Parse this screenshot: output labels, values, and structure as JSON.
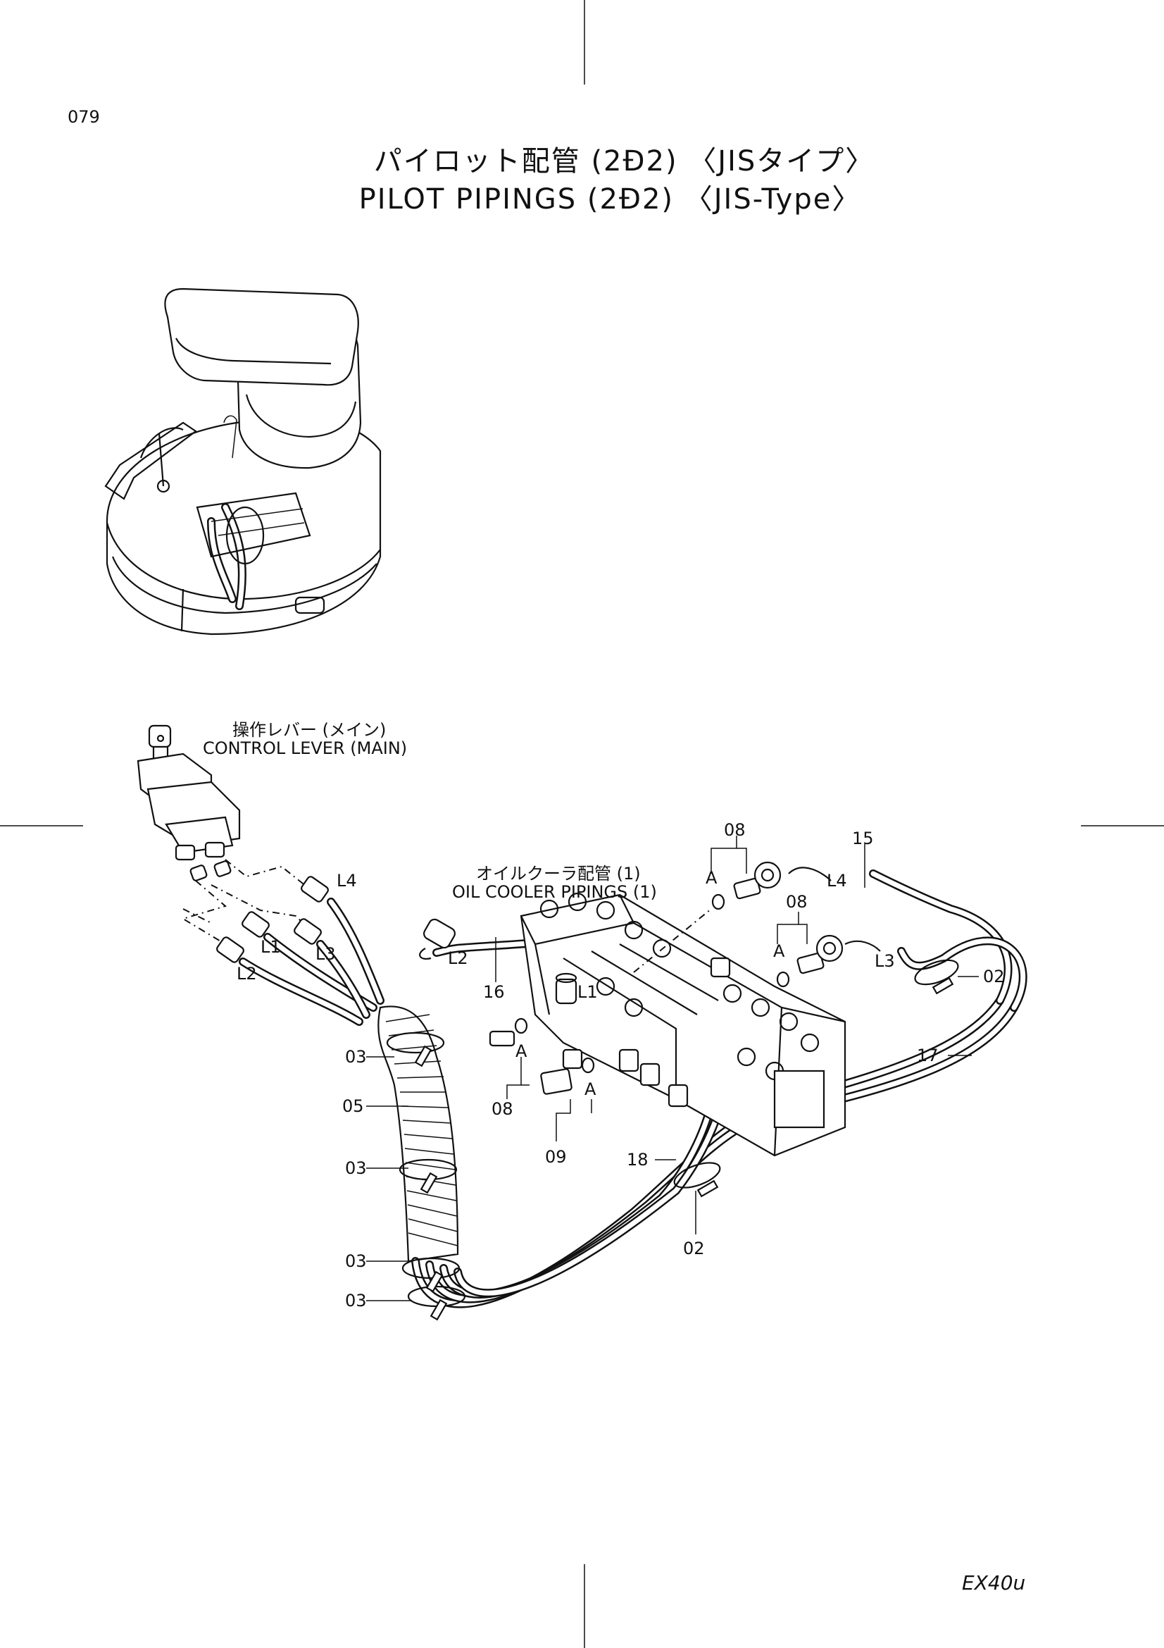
{
  "page_number": "079",
  "title_jp": "パイロット配管 (2Ð2) 〈JISタイプ〉",
  "title_en": "PILOT PIPINGS (2Ð2) 〈JIS-Type〉",
  "control_lever": {
    "label_jp": "操作レバー (メイン)",
    "label_en": "CONTROL LEVER (MAIN)"
  },
  "oil_cooler": {
    "label_jp": "オイルクーラ配管 (1)",
    "label_en": "OIL COOLER PIPINGS (1)"
  },
  "port_labels": {
    "l1": "L1",
    "l2": "L2",
    "l3": "L3",
    "l4": "L4"
  },
  "detail_mark": "A",
  "callouts": {
    "p02": "02",
    "p03": "03",
    "p05": "05",
    "p08": "08",
    "p09": "09",
    "p15": "15",
    "p16": "16",
    "p17": "17",
    "p18": "18"
  },
  "model": "EX40u"
}
